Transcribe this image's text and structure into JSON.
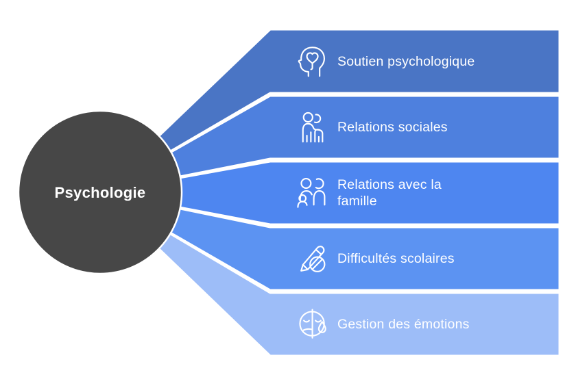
{
  "diagram": {
    "title": "Psychologie",
    "colors": {
      "center": "#474747",
      "text": "#ffffff",
      "background": "#ffffff"
    },
    "branches": [
      {
        "label": "Soutien psychologique",
        "icon": "head-heart-icon",
        "color": "#4a75c5"
      },
      {
        "label": "Relations sociales",
        "icon": "two-people-icon",
        "color": "#4e80de"
      },
      {
        "label": "Relations avec la\nfamille",
        "icon": "family-icon",
        "color": "#4e86f0"
      },
      {
        "label": "Difficultés scolaires",
        "icon": "pencil-blocked-icon",
        "color": "#5c93f2"
      },
      {
        "label": "Gestion des émotions",
        "icon": "split-face-tear-icon",
        "color": "#9dbdf8"
      }
    ]
  }
}
